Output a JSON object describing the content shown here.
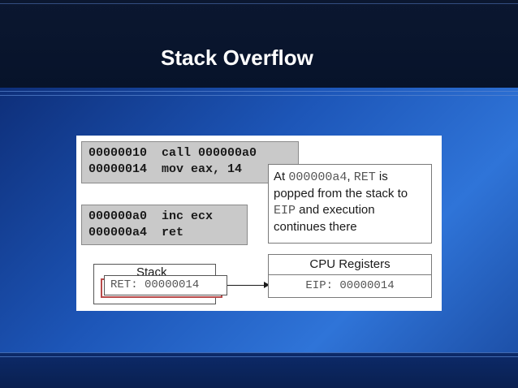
{
  "slide": {
    "title": "Stack Overflow"
  },
  "code_blocks": [
    {
      "rows": [
        "00000010  call 000000a0",
        "00000014  mov eax, 14"
      ]
    },
    {
      "rows": [
        "000000a0  inc ecx",
        "000000a4  ret"
      ]
    }
  ],
  "note": {
    "part1": "At ",
    "addr": "000000a4",
    "part2": ", ",
    "reg": "RET",
    "part3": " is popped from the stack to ",
    "eip": "EIP",
    "part4": " and execution continues there"
  },
  "stack": {
    "label": "Stack",
    "entry": "RET: 00000014"
  },
  "cpu": {
    "label": "CPU Registers",
    "value": "EIP: 00000014"
  },
  "colors": {
    "title_bg": "#07132a",
    "content_bg": "#1d56b8",
    "code_bg": "#c9c9c9",
    "ret_highlight": "#b84a4a"
  }
}
